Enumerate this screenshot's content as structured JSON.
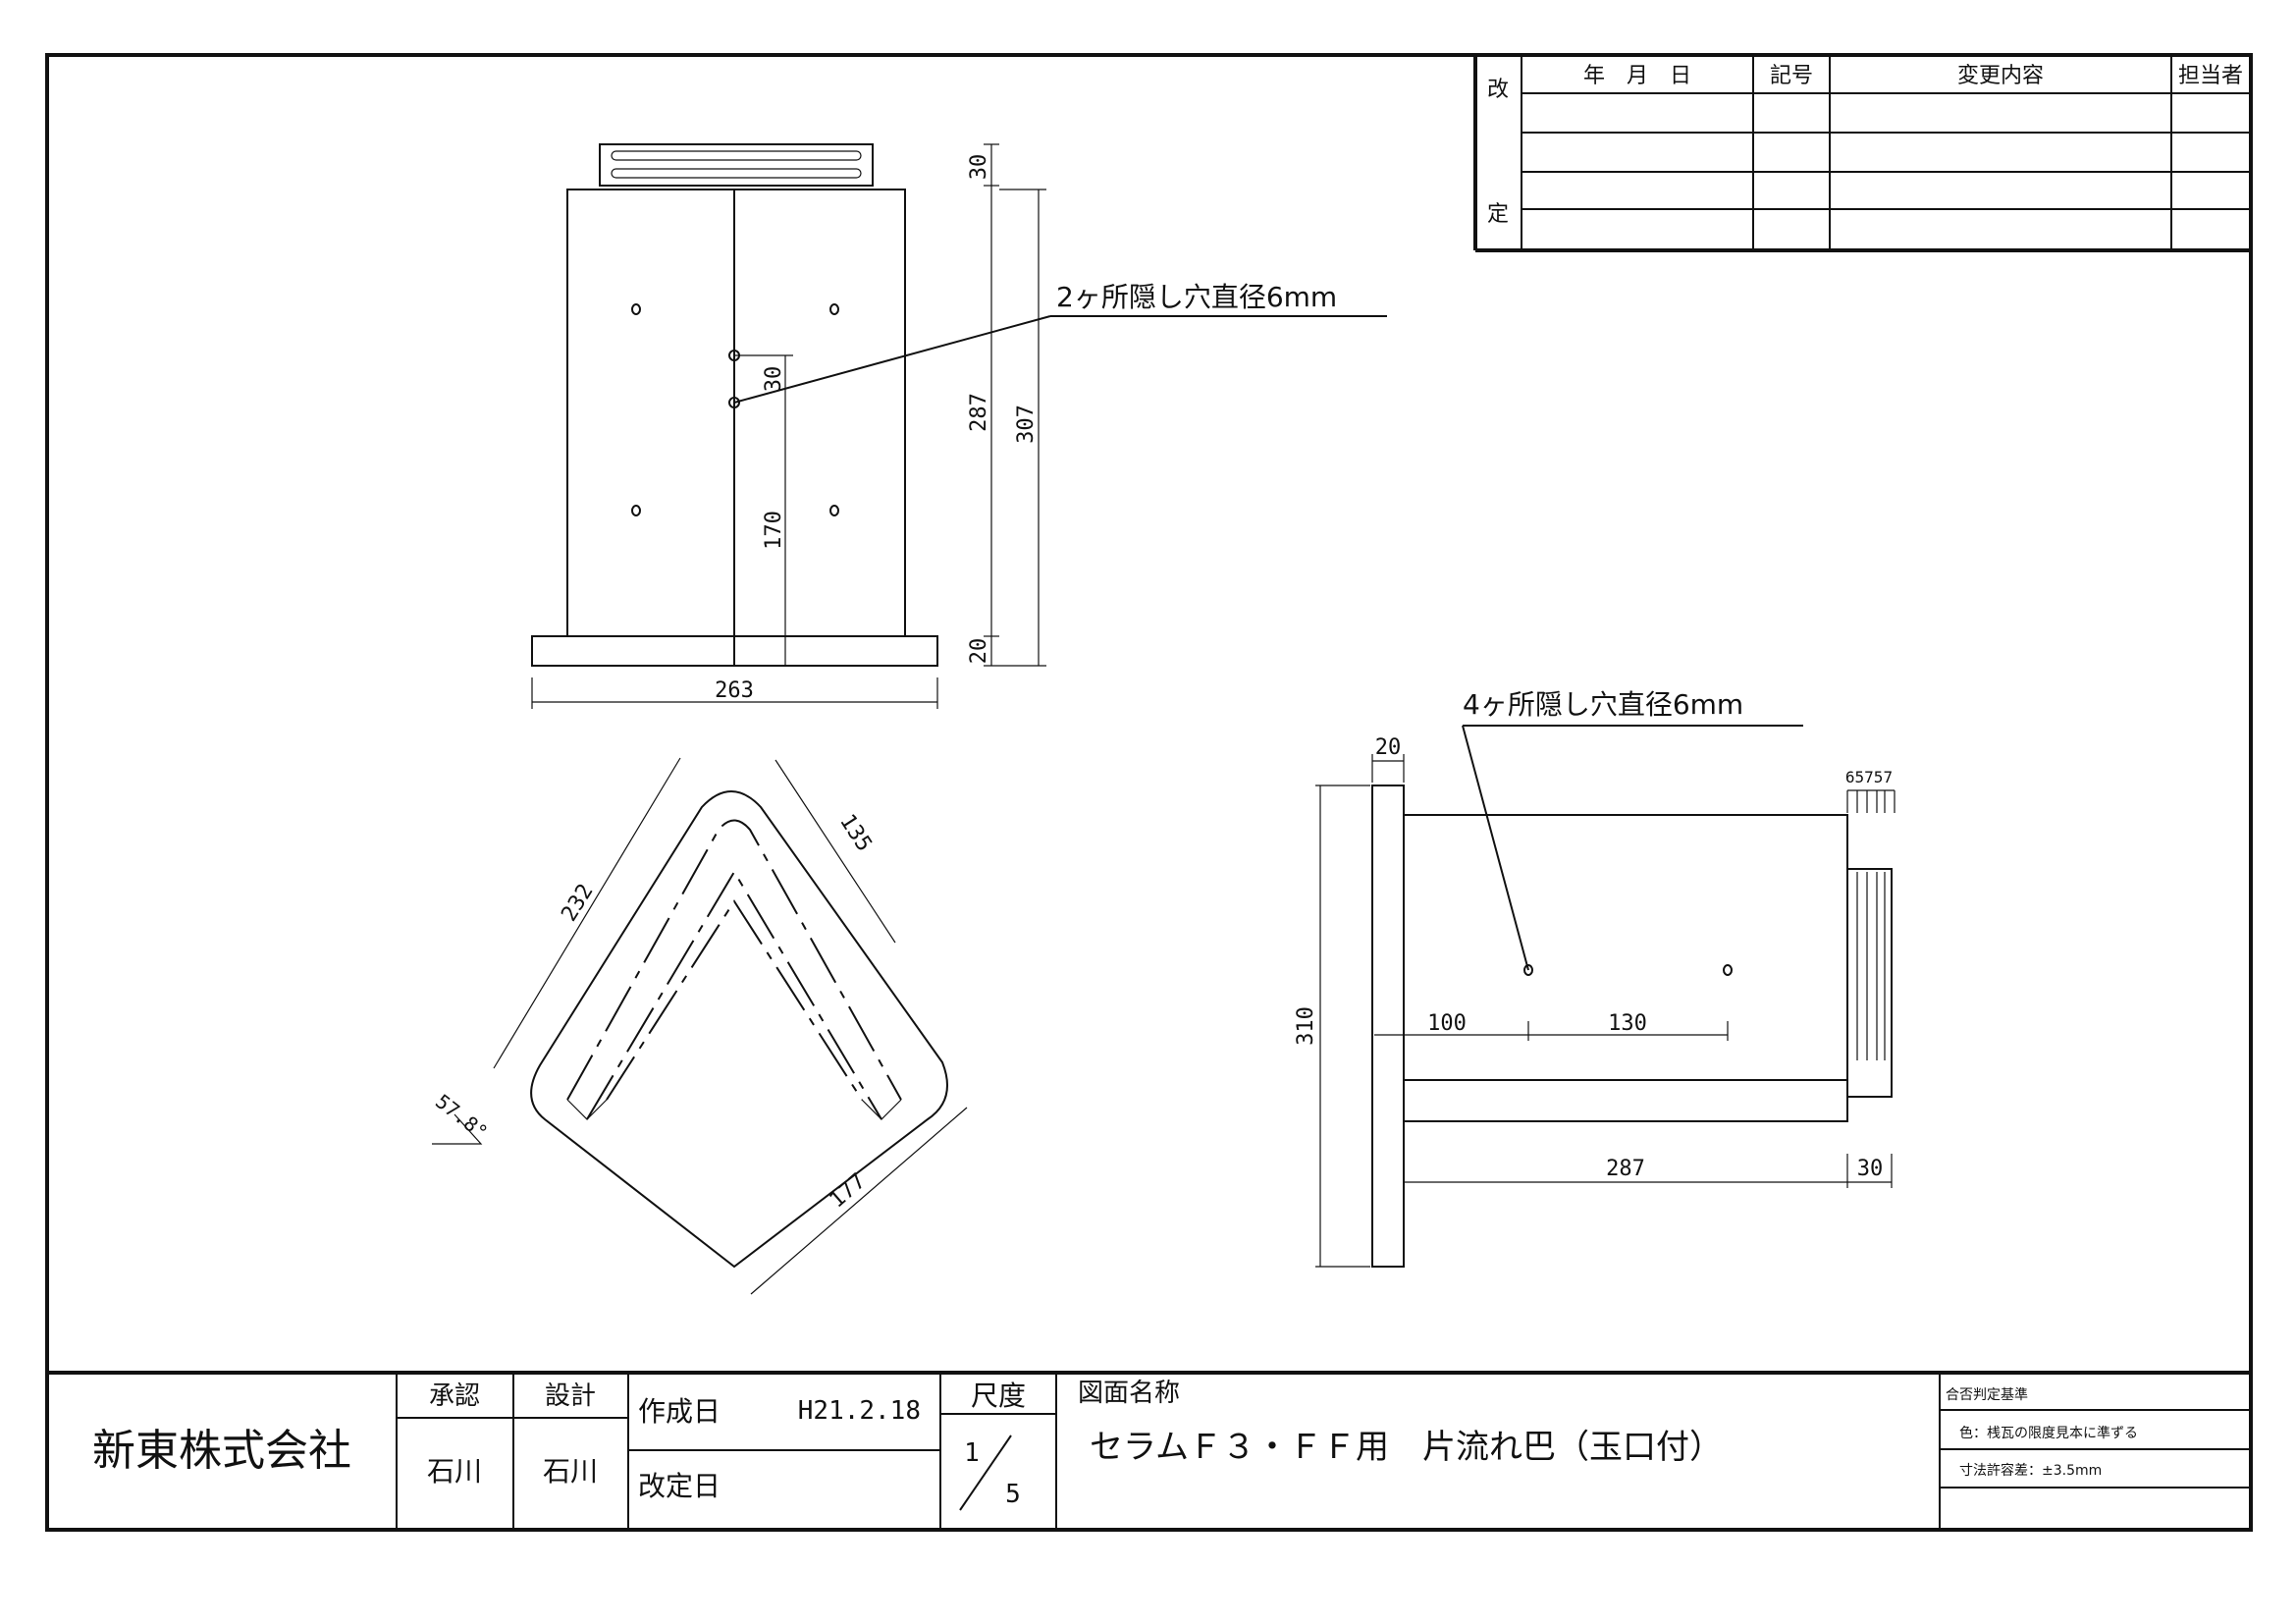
{
  "revision_table": {
    "side_label_top": "改",
    "side_label_bottom": "定",
    "headers": {
      "date": "年　月　日",
      "mark": "記号",
      "content": "変更内容",
      "person": "担当者"
    }
  },
  "front_view": {
    "callout": "2ヶ所隠し穴直径6mm",
    "dims": {
      "top_cap": "30",
      "inner_height": "287",
      "total_height": "307",
      "base": "20",
      "hole_spacing": "30",
      "hole_height": "170",
      "width": "263"
    }
  },
  "plan_view": {
    "dims": {
      "long_side": "232",
      "short_side": "135",
      "bottom_right": "177",
      "angle": "57.8°"
    }
  },
  "side_view": {
    "callout": "4ヶ所隠し穴直径6mm",
    "dims": {
      "plate": "20",
      "pitch_label": "65757",
      "height": "310",
      "hole_a": "100",
      "hole_b": "130",
      "length": "287",
      "cap": "30"
    }
  },
  "title_block": {
    "company": "新東株式会社",
    "approval_label": "承認",
    "design_label": "設計",
    "approver": "石川",
    "designer": "石川",
    "created_label": "作成日",
    "created_date": "H21.2.18",
    "revised_label": "改定日",
    "scale_label": "尺度",
    "scale_num": "1",
    "scale_den": "5",
    "drawing_name_label": "図面名称",
    "drawing_name": "セラムＦ３・ＦＦ用　片流れ巴（玉口付）",
    "criteria_label": "合否判定基準",
    "color_note": "色：桟瓦の限度見本に準ずる",
    "tolerance_note": "寸法許容差：±3.5mm"
  }
}
